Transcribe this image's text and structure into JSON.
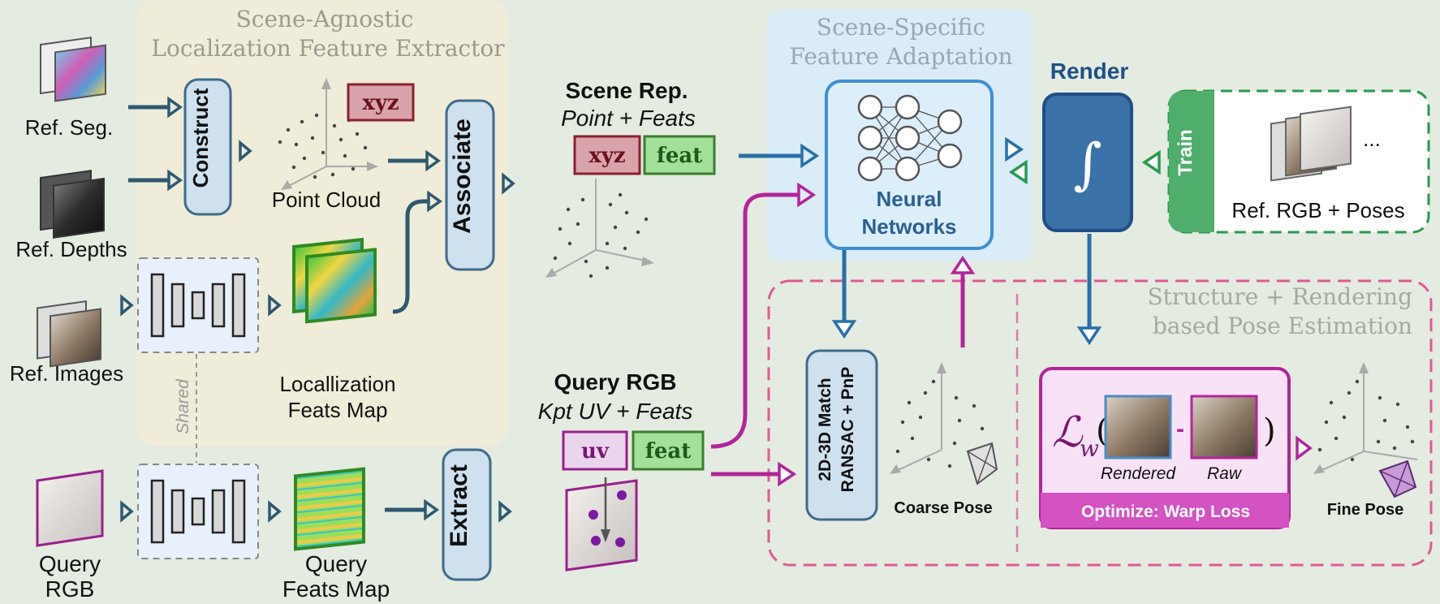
{
  "extractor": {
    "title_line1": "Scene-Agnostic",
    "title_line2": "Localization Feature Extractor",
    "construct_label": "Construct",
    "associate_label": "Associate",
    "point_cloud_label": "Point Cloud",
    "xyz_tag": "xyz",
    "feats_map_line1": "Locallization",
    "feats_map_line2": "Feats Map",
    "shared_label": "Shared"
  },
  "inputs": {
    "ref_seg": "Ref. Seg.",
    "ref_depths": "Ref. Depths",
    "ref_images": "Ref. Images",
    "query_rgb_line1": "Query",
    "query_rgb_line2": "RGB"
  },
  "query_branch": {
    "feats_map_line1": "Query",
    "feats_map_line2": "Feats Map",
    "extract_label": "Extract"
  },
  "scene_rep": {
    "title": "Scene Rep.",
    "subtitle": "Point + Feats",
    "xyz_tag": "xyz",
    "feat_tag": "feat"
  },
  "query_rep": {
    "title": "Query RGB",
    "subtitle": "Kpt UV + Feats",
    "uv_tag": "uv",
    "feat_tag": "feat"
  },
  "adaptation": {
    "title_line1": "Scene-Specific",
    "title_line2": "Feature  Adaptation",
    "nn_line1": "Neural",
    "nn_line2": "Networks"
  },
  "render": {
    "title": "Render",
    "integral_symbol": "∫"
  },
  "train": {
    "tab_label": "Train",
    "caption": "Ref. RGB + Poses",
    "ellipsis": "..."
  },
  "pose_estimation": {
    "title_line1": "Structure + Rendering",
    "title_line2": "based Pose Estimation",
    "match_line1": "2D-3D Match",
    "match_line2": "RANSAC + PnP",
    "coarse_pose": "Coarse Pose",
    "loss_symbol": "ℒ",
    "loss_subscript": "w",
    "open_paren": "(",
    "minus": "-",
    "close_paren": ")",
    "rendered_label": "Rendered",
    "raw_label": "Raw",
    "optimize_label": "Optimize: Warp Loss",
    "fine_pose": "Fine Pose"
  },
  "colors": {
    "background": "#e4ebe0",
    "extractor_panel": "#efecd9",
    "adaptation_panel": "#d9ecf7",
    "blue_arrow": "#2a6fa8",
    "dark_arrow": "#2e5870",
    "magenta": "#b3249a",
    "green": "#2a9a4e",
    "pink_dash": "#df5a94",
    "xyz_fill": "#d9a3ab",
    "xyz_stroke": "#8a2030",
    "feat_fill": "#a3e09a",
    "feat_stroke": "#3a7e2e",
    "render_blue": "#3a72a8",
    "optimize_magenta": "#d452c2"
  }
}
